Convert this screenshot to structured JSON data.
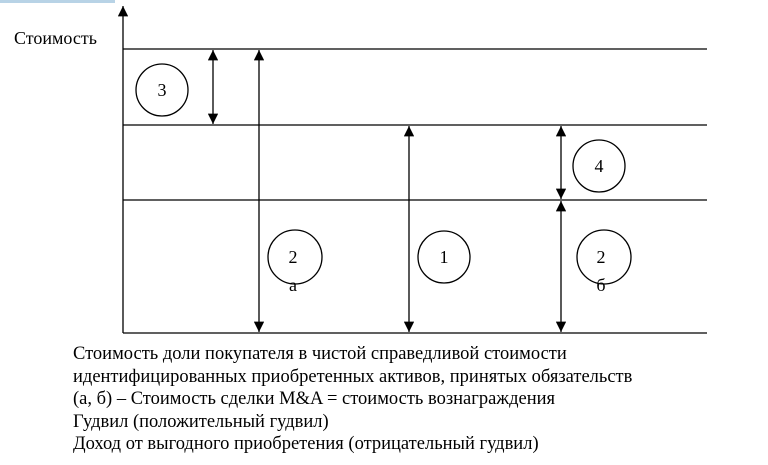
{
  "diagram": {
    "y_axis_label": "Стоимость",
    "markers": [
      {
        "id": "3",
        "label": "3",
        "sub": ""
      },
      {
        "id": "2a",
        "label": "2",
        "sub": "а"
      },
      {
        "id": "1",
        "label": "1",
        "sub": ""
      },
      {
        "id": "4",
        "label": "4",
        "sub": ""
      },
      {
        "id": "2b",
        "label": "2",
        "sub": "б"
      }
    ]
  },
  "legend": [
    "Стоимость доли покупателя в чистой справедливой стоимости",
    "идентифицированных приобретенных активов, принятых обязательств",
    "(а, б) – Стоимость сделки M&A = стоимость вознаграждения",
    "Гудвил (положительный гудвил)",
    "Доход от выгодного приобретения (отрицательный гудвил)"
  ]
}
